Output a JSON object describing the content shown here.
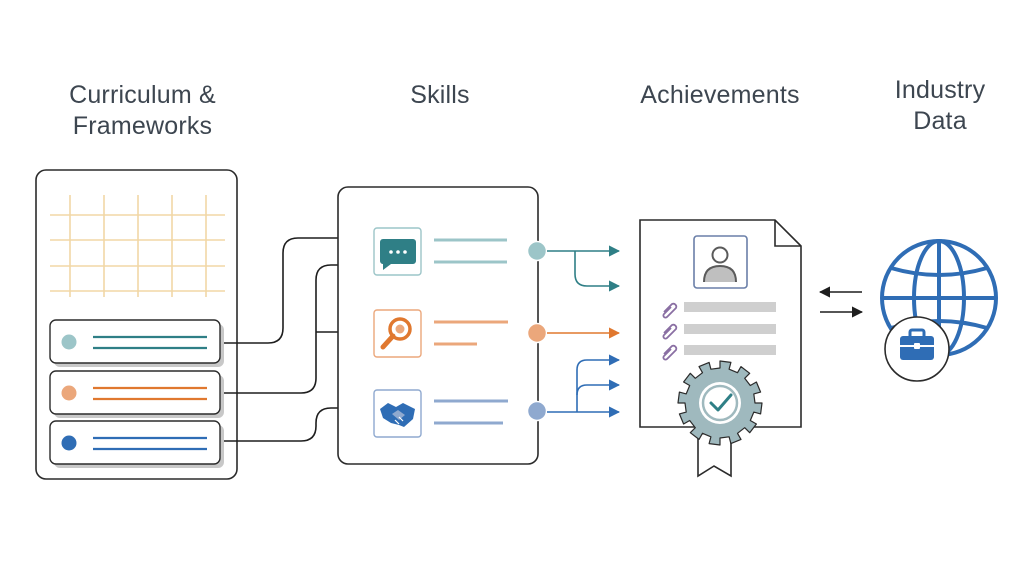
{
  "columns": {
    "curriculum": {
      "line1": "Curriculum &",
      "line2": "Frameworks"
    },
    "skills": {
      "label": "Skills"
    },
    "achievements": {
      "label": "Achievements"
    },
    "industry": {
      "line1": "Industry",
      "line2": "Data"
    }
  },
  "colors": {
    "teal": "#2f7f86",
    "teal_light": "#9cc5c8",
    "orange": "#e0782f",
    "orange_light": "#eba77b",
    "blue": "#2f6db5",
    "blue_light": "#8fa9cf",
    "grid": "#f2d7a6",
    "outline": "#2b2b2b",
    "gray_bar": "#cfcfcf",
    "seal": "#9fb9be"
  },
  "icons": {
    "chat": "chat-icon",
    "search": "magnifier-icon",
    "handshake": "handshake-icon",
    "profile": "profile-icon",
    "paperclip": "paperclip-icon",
    "seal": "badge-check-icon",
    "globe": "globe-icon",
    "briefcase": "briefcase-icon"
  }
}
